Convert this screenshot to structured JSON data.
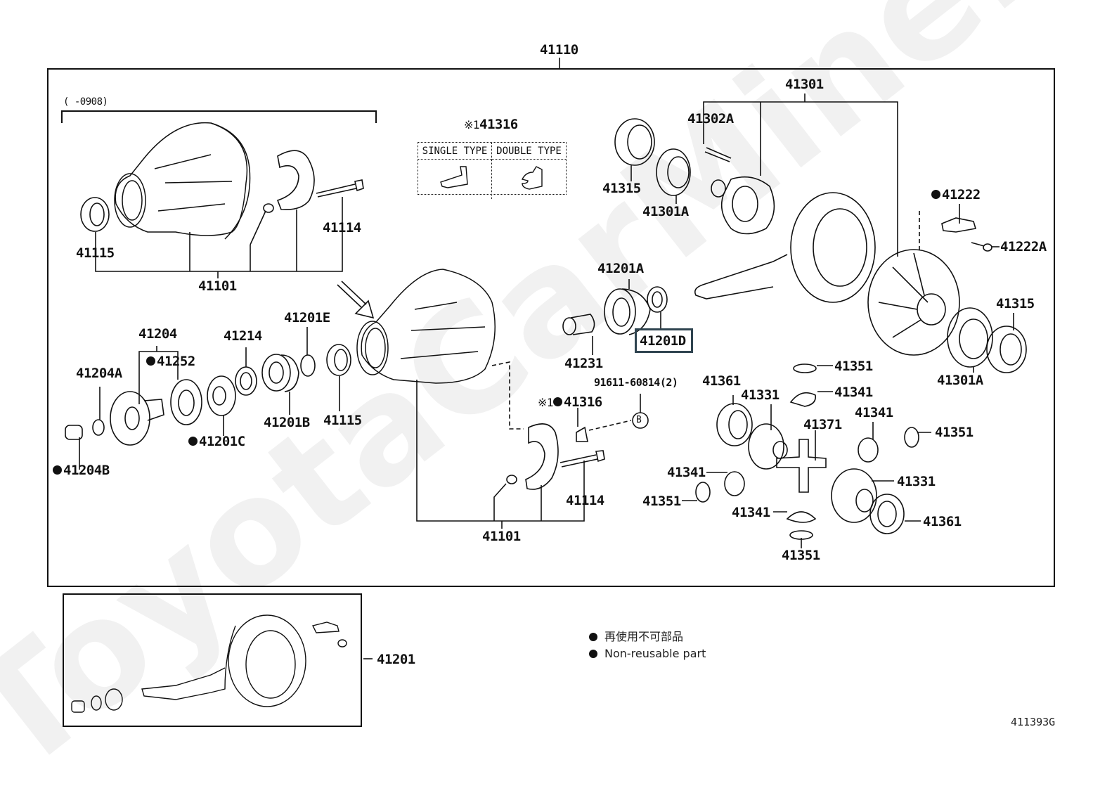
{
  "diagram": {
    "title_part": "41110",
    "watermark": "ToyotaCarMine.ru",
    "illustration_code": "411393G",
    "date_range_note": "(      -0908)",
    "highlighted_part": "41201D",
    "colors": {
      "line": "#111111",
      "highlight_border": "#2f4450",
      "watermark": "#f1f1f1"
    },
    "type_table": {
      "ref": "※1",
      "part": "41316",
      "headers": [
        "SINGLE TYPE",
        "DOUBLE TYPE"
      ]
    },
    "legend": [
      {
        "marker": "filled-circle",
        "text": "再使用不可部品"
      },
      {
        "marker": "filled-circle",
        "text": "Non-reusable part"
      }
    ],
    "callouts": [
      {
        "id": "c41110",
        "text": "41110",
        "nonreusable": false
      },
      {
        "id": "c41301",
        "text": "41301",
        "nonreusable": false
      },
      {
        "id": "c41302A",
        "text": "41302A",
        "nonreusable": false
      },
      {
        "id": "c41315a",
        "text": "41315",
        "nonreusable": false
      },
      {
        "id": "c41301Aa",
        "text": "41301A",
        "nonreusable": false
      },
      {
        "id": "c41222",
        "text": "41222",
        "nonreusable": true
      },
      {
        "id": "c41222A",
        "text": "41222A",
        "nonreusable": false
      },
      {
        "id": "c41315b",
        "text": "41315",
        "nonreusable": false
      },
      {
        "id": "c41301Ab",
        "text": "41301A",
        "nonreusable": false
      },
      {
        "id": "c41115a",
        "text": "41115",
        "nonreusable": false
      },
      {
        "id": "c41114a",
        "text": "41114",
        "nonreusable": false
      },
      {
        "id": "c41101a",
        "text": "41101",
        "nonreusable": false
      },
      {
        "id": "c41204",
        "text": "41204",
        "nonreusable": false
      },
      {
        "id": "c41252",
        "text": "41252",
        "nonreusable": true
      },
      {
        "id": "c41204A",
        "text": "41204A",
        "nonreusable": false
      },
      {
        "id": "c41204B",
        "text": "41204B",
        "nonreusable": true
      },
      {
        "id": "c41214",
        "text": "41214",
        "nonreusable": false
      },
      {
        "id": "c41201E",
        "text": "41201E",
        "nonreusable": false
      },
      {
        "id": "c41201C",
        "text": "41201C",
        "nonreusable": true
      },
      {
        "id": "c41201B",
        "text": "41201B",
        "nonreusable": false
      },
      {
        "id": "c41115b",
        "text": "41115",
        "nonreusable": false
      },
      {
        "id": "c41201A",
        "text": "41201A",
        "nonreusable": false
      },
      {
        "id": "c41231",
        "text": "41231",
        "nonreusable": false
      },
      {
        "id": "c41201D",
        "text": "41201D",
        "nonreusable": false
      },
      {
        "id": "c91611",
        "text": "91611-60814(2)",
        "nonreusable": false
      },
      {
        "id": "c41316b",
        "text": "41316",
        "nonreusable": true,
        "ref": "※1"
      },
      {
        "id": "c41114b",
        "text": "41114",
        "nonreusable": false
      },
      {
        "id": "c41101b",
        "text": "41101",
        "nonreusable": false
      },
      {
        "id": "c41351a",
        "text": "41351",
        "nonreusable": false
      },
      {
        "id": "c41341a",
        "text": "41341",
        "nonreusable": false
      },
      {
        "id": "c41361a",
        "text": "41361",
        "nonreusable": false
      },
      {
        "id": "c41331a",
        "text": "41331",
        "nonreusable": false
      },
      {
        "id": "c41371",
        "text": "41371",
        "nonreusable": false
      },
      {
        "id": "c41341b",
        "text": "41341",
        "nonreusable": false
      },
      {
        "id": "c41351b",
        "text": "41351",
        "nonreusable": false
      },
      {
        "id": "c41341c",
        "text": "41341",
        "nonreusable": false
      },
      {
        "id": "c41351c",
        "text": "41351",
        "nonreusable": false
      },
      {
        "id": "c41331b",
        "text": "41331",
        "nonreusable": false
      },
      {
        "id": "c41341d",
        "text": "41341",
        "nonreusable": false
      },
      {
        "id": "c41361b",
        "text": "41361",
        "nonreusable": false
      },
      {
        "id": "c41351d",
        "text": "41351",
        "nonreusable": false
      },
      {
        "id": "c41201",
        "text": "41201",
        "nonreusable": false
      }
    ],
    "ref_marker_b": "B"
  }
}
